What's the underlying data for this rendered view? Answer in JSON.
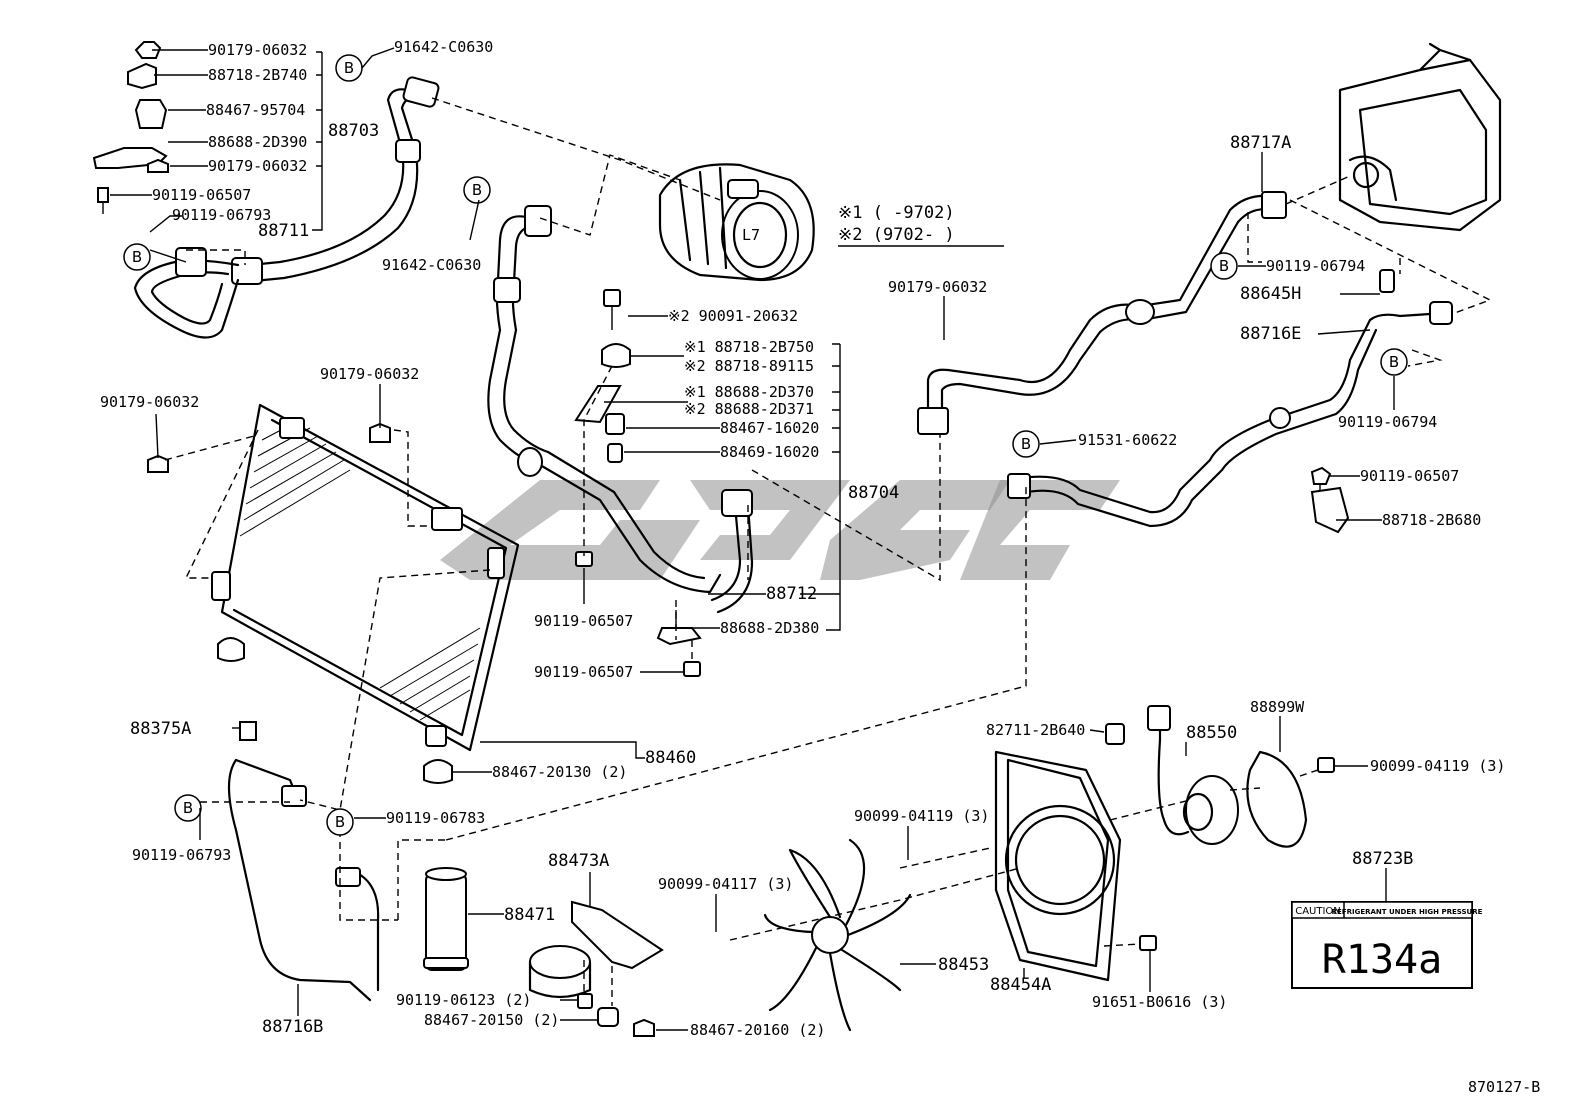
{
  "diagram": {
    "ref_code": "870127-B",
    "remarks": [
      "※1 (    -9702)",
      "※2 (9702-      )"
    ],
    "ref_marker": "B",
    "caution_label": {
      "part_no": "88723B",
      "caution": "CAUTION",
      "text": "REFRIGERANT UNDER HIGH PRESSURE",
      "refrigerant": "R134a"
    },
    "assemblies": {
      "a88703": "88703",
      "a88704": "88704",
      "a88460": "88460"
    },
    "labels": {
      "l1": "90179-06032",
      "l2": "88718-2B740",
      "l3": "88467-95704",
      "l4": "88688-2D390",
      "l5": "90179-06032",
      "l6": "90119-06507",
      "l7": "90119-06793",
      "l8": "88711",
      "l9": "91642-C0630",
      "l10": "91642-C0630",
      "l11": "※2 90091-20632",
      "l12": "※1 88718-2B750",
      "l13": "※2 88718-89115",
      "l14": "※1 88688-2D370",
      "l15": "※2 88688-2D371",
      "l16": "88467-16020",
      "l17": "88469-16020",
      "l18": "88712",
      "l19": "88688-2D380",
      "l20": "90119-06507",
      "l21": "90119-06507",
      "l22": "90179-06032",
      "l23": "90179-06032",
      "l24": "90179-06032",
      "l25": "88717A",
      "l26": "90119-06794",
      "l27": "88645H",
      "l28": "88716E",
      "l29": "90119-06794",
      "l30": "91531-60622",
      "l31": "90119-06507",
      "l32": "88718-2B680",
      "l33": "88375A",
      "l34": "90119-06793",
      "l35": "90119-06783",
      "l36": "88467-20130 (2)",
      "l37": "88471",
      "l38": "88716B",
      "l39": "88473A",
      "l40": "90119-06123 (2)",
      "l41": "88467-20150 (2)",
      "l42": "88467-20160 (2)",
      "l43": "90099-04117 (3)",
      "l44": "90099-04119 (3)",
      "l45": "88453",
      "l46": "88454A",
      "l47": "91651-B0616 (3)",
      "l48": "82711-2B640",
      "l49": "88550",
      "l50": "88899W",
      "l51": "90099-04119 (3)"
    }
  }
}
